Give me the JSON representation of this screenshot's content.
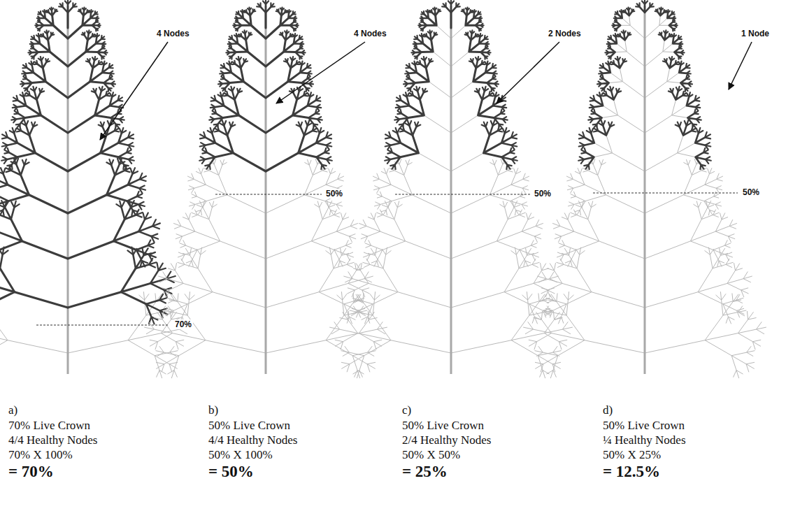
{
  "diagram": {
    "labels": [
      "4 Nodes",
      "70%",
      "a)",
      "70% Live Crown",
      "4/4 Healthy Nodes",
      "70% X 100%",
      "= 70%",
      "4 Nodes",
      "50%",
      "b)",
      "50% Live Crown",
      "4/4 Healthy Nodes",
      "50% X 100%",
      "= 50%",
      "2 Nodes",
      "50%",
      "c)",
      "50% Live Crown",
      "2/4 Healthy Nodes",
      "50% X 50%",
      "= 25%",
      "1 Node",
      "50%",
      "d)",
      "50% Live Crown",
      "¼ Healthy Nodes",
      "50% X 25%",
      "= 12.5%"
    ]
  }
}
